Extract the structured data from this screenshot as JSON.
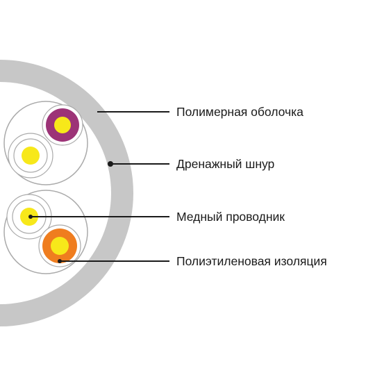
{
  "labels": {
    "sheath": "Полимерная оболочка",
    "drain_wire": "Дренажный шнур",
    "conductor": "Медный проводник",
    "insulation": "Полиэтиленовая изоляция"
  },
  "colors": {
    "sheath": "#c7c7c7",
    "pair_outline": "#aaaaaa",
    "copper_conductor": "#f7e81a",
    "insulation_purple": "#9c3377",
    "insulation_orange": "#ef7d1f",
    "insulation_white": "#ffffff",
    "leader_line": "#1a1a1a"
  }
}
